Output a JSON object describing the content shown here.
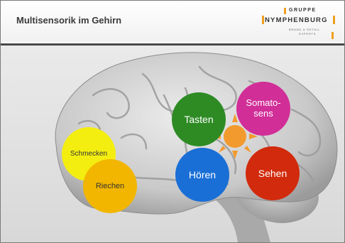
{
  "title": "Multisensorik im Gehirn",
  "logo": {
    "line1": "GRUPPE",
    "line2": "NYMPHENBURG",
    "line3": "BRAND & RETAIL",
    "line4": "EXPERTS"
  },
  "senses": {
    "tasten": {
      "label": "Tasten",
      "color": "#2e8b24"
    },
    "somato": {
      "label": "Somato-\nsens",
      "color": "#d12e98"
    },
    "hoeren": {
      "label": "Hören",
      "color": "#1a6fd6"
    },
    "sehen": {
      "label": "Sehen",
      "color": "#d22a0c"
    },
    "schmecken": {
      "label": "Schmecken",
      "color": "#f4ee10"
    },
    "riechen": {
      "label": "Riechen",
      "color": "#f2b600"
    }
  },
  "sun_color": "#f29a2e"
}
